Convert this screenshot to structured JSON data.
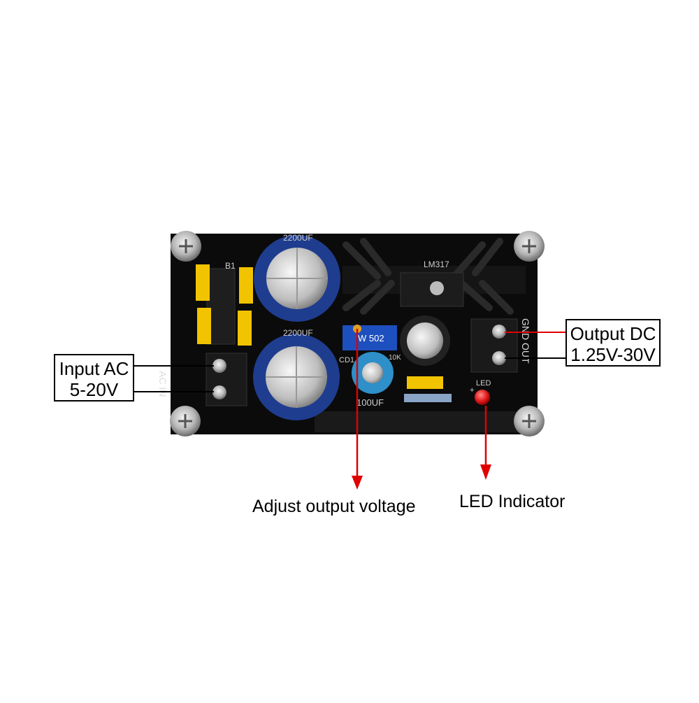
{
  "callouts": {
    "input": {
      "line1": "Input AC",
      "line2": "5-20V"
    },
    "output": {
      "line1": "Output DC",
      "line2": "1.25V-30V"
    }
  },
  "captions": {
    "adjust": "Adjust output voltage",
    "led": "LED Indicator"
  },
  "board": {
    "silkscreen": {
      "bridge": "B1",
      "regulator": "LM317",
      "cap_top": "2200UF",
      "cap_bottom": "2200UF",
      "cap_small": "100UF",
      "pot": "W 502",
      "cd": "CD1",
      "resistor_label": "10K",
      "led": "LED",
      "ac_in": "AC IN",
      "gnd_out": "GND OUT",
      "plus": "+"
    }
  },
  "colors": {
    "board": "#0b0b0b",
    "capacitor_blue": "#1f3d8f",
    "small_cap_blue": "#2e8fc9",
    "diode_yellow": "#f2c300",
    "pointer_red": "#e00000",
    "led_red": "#e51d1d"
  }
}
